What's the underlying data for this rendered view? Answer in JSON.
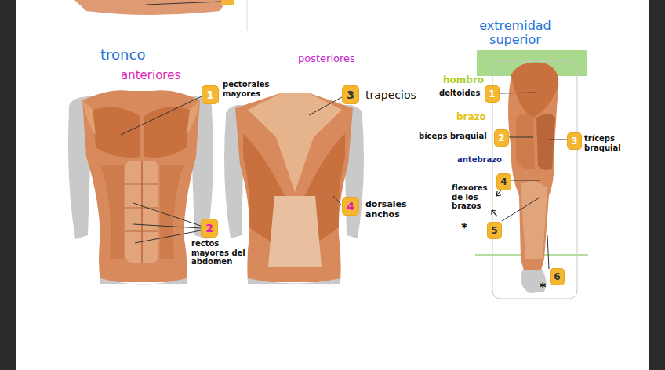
{
  "diagram": {
    "labels": [
      "tronco",
      "anteriores",
      "1",
      "pectorales mayores",
      "2",
      "rectos mayores del abdomen",
      "posteriores",
      "3",
      "trapecios",
      "4",
      "dorsales anchos",
      "extremidad superior",
      "hombro",
      "deltoides",
      "1",
      "brazo",
      "bíceps braquial",
      "2",
      "3",
      "tríceps braquial",
      "antebrazo",
      "4",
      "flexores de los brazos",
      "5",
      "*",
      "6",
      "*"
    ]
  }
}
